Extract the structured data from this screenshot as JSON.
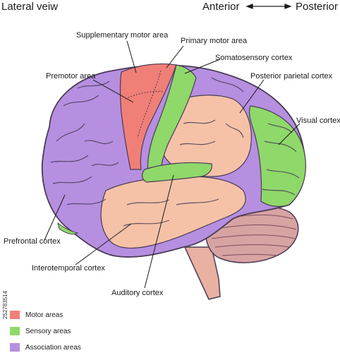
{
  "header": {
    "title": "Lateral veiw",
    "anterior": "Anterior",
    "posterior": "Posterior"
  },
  "labels": {
    "supplementary_motor": "Supplementary motor area",
    "primary_motor": "Primary motor area",
    "somatosensory": "Somatosensory cortex",
    "premotor": "Premotor area",
    "posterior_parietal": "Posterior parietal cortex",
    "visual": "Visual cortex",
    "prefrontal": "Prefrontal cortex",
    "interotemporal": "Interotemporal cortex",
    "auditory": "Auditory cortex"
  },
  "legend": [
    {
      "label": "Motor areas",
      "color": "#f07f77"
    },
    {
      "label": "Sensory areas",
      "color": "#8fd86a"
    },
    {
      "label": "Association areas",
      "color": "#b68fe0"
    }
  ],
  "side_id": "252783514",
  "colors": {
    "motor": "#f07f77",
    "sensory": "#8fd86a",
    "association": "#b68fe0",
    "cortex_beige": "#f5c2a8",
    "cerebellum": "#d8a3a3",
    "outline": "#4a3b55"
  }
}
